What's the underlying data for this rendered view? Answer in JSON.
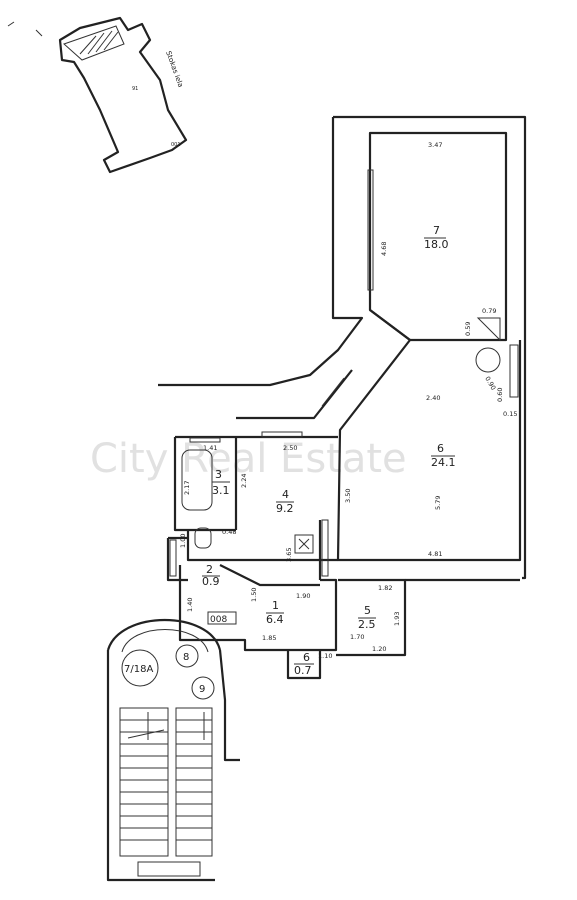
{
  "watermark": "City Real Estate",
  "site_plan": {
    "street_label": "Stokas iela",
    "plot_mark": "91",
    "plot_code": "001"
  },
  "rooms": [
    {
      "number": "7",
      "area": "18.0"
    },
    {
      "number": "6",
      "area": "24.1"
    },
    {
      "number": "3",
      "area": "3.1"
    },
    {
      "number": "4",
      "area": "9.2"
    },
    {
      "number": "2",
      "area": "0.9"
    },
    {
      "number": "1",
      "area": "6.4"
    },
    {
      "number": "5",
      "area": "2.5"
    },
    {
      "number": "6",
      "area": "0.7"
    }
  ],
  "dimensions": [
    "3.47",
    "4.68",
    "0.79",
    "0.59",
    "0.90",
    "0.60",
    "0.15",
    "2.40",
    "5.79",
    "4.81",
    "3.50",
    "1.41",
    "2.50",
    "2.17",
    "2.24",
    "0.48",
    "3.65",
    "1.90",
    "1.50",
    "1.40",
    "1.85",
    "1.82",
    "1.70",
    "1.20",
    "1.93",
    "1.10"
  ],
  "labels": {
    "apartment_code": "008",
    "stair_label": "7/18A",
    "circle_8": "8",
    "circle_9": "9"
  }
}
